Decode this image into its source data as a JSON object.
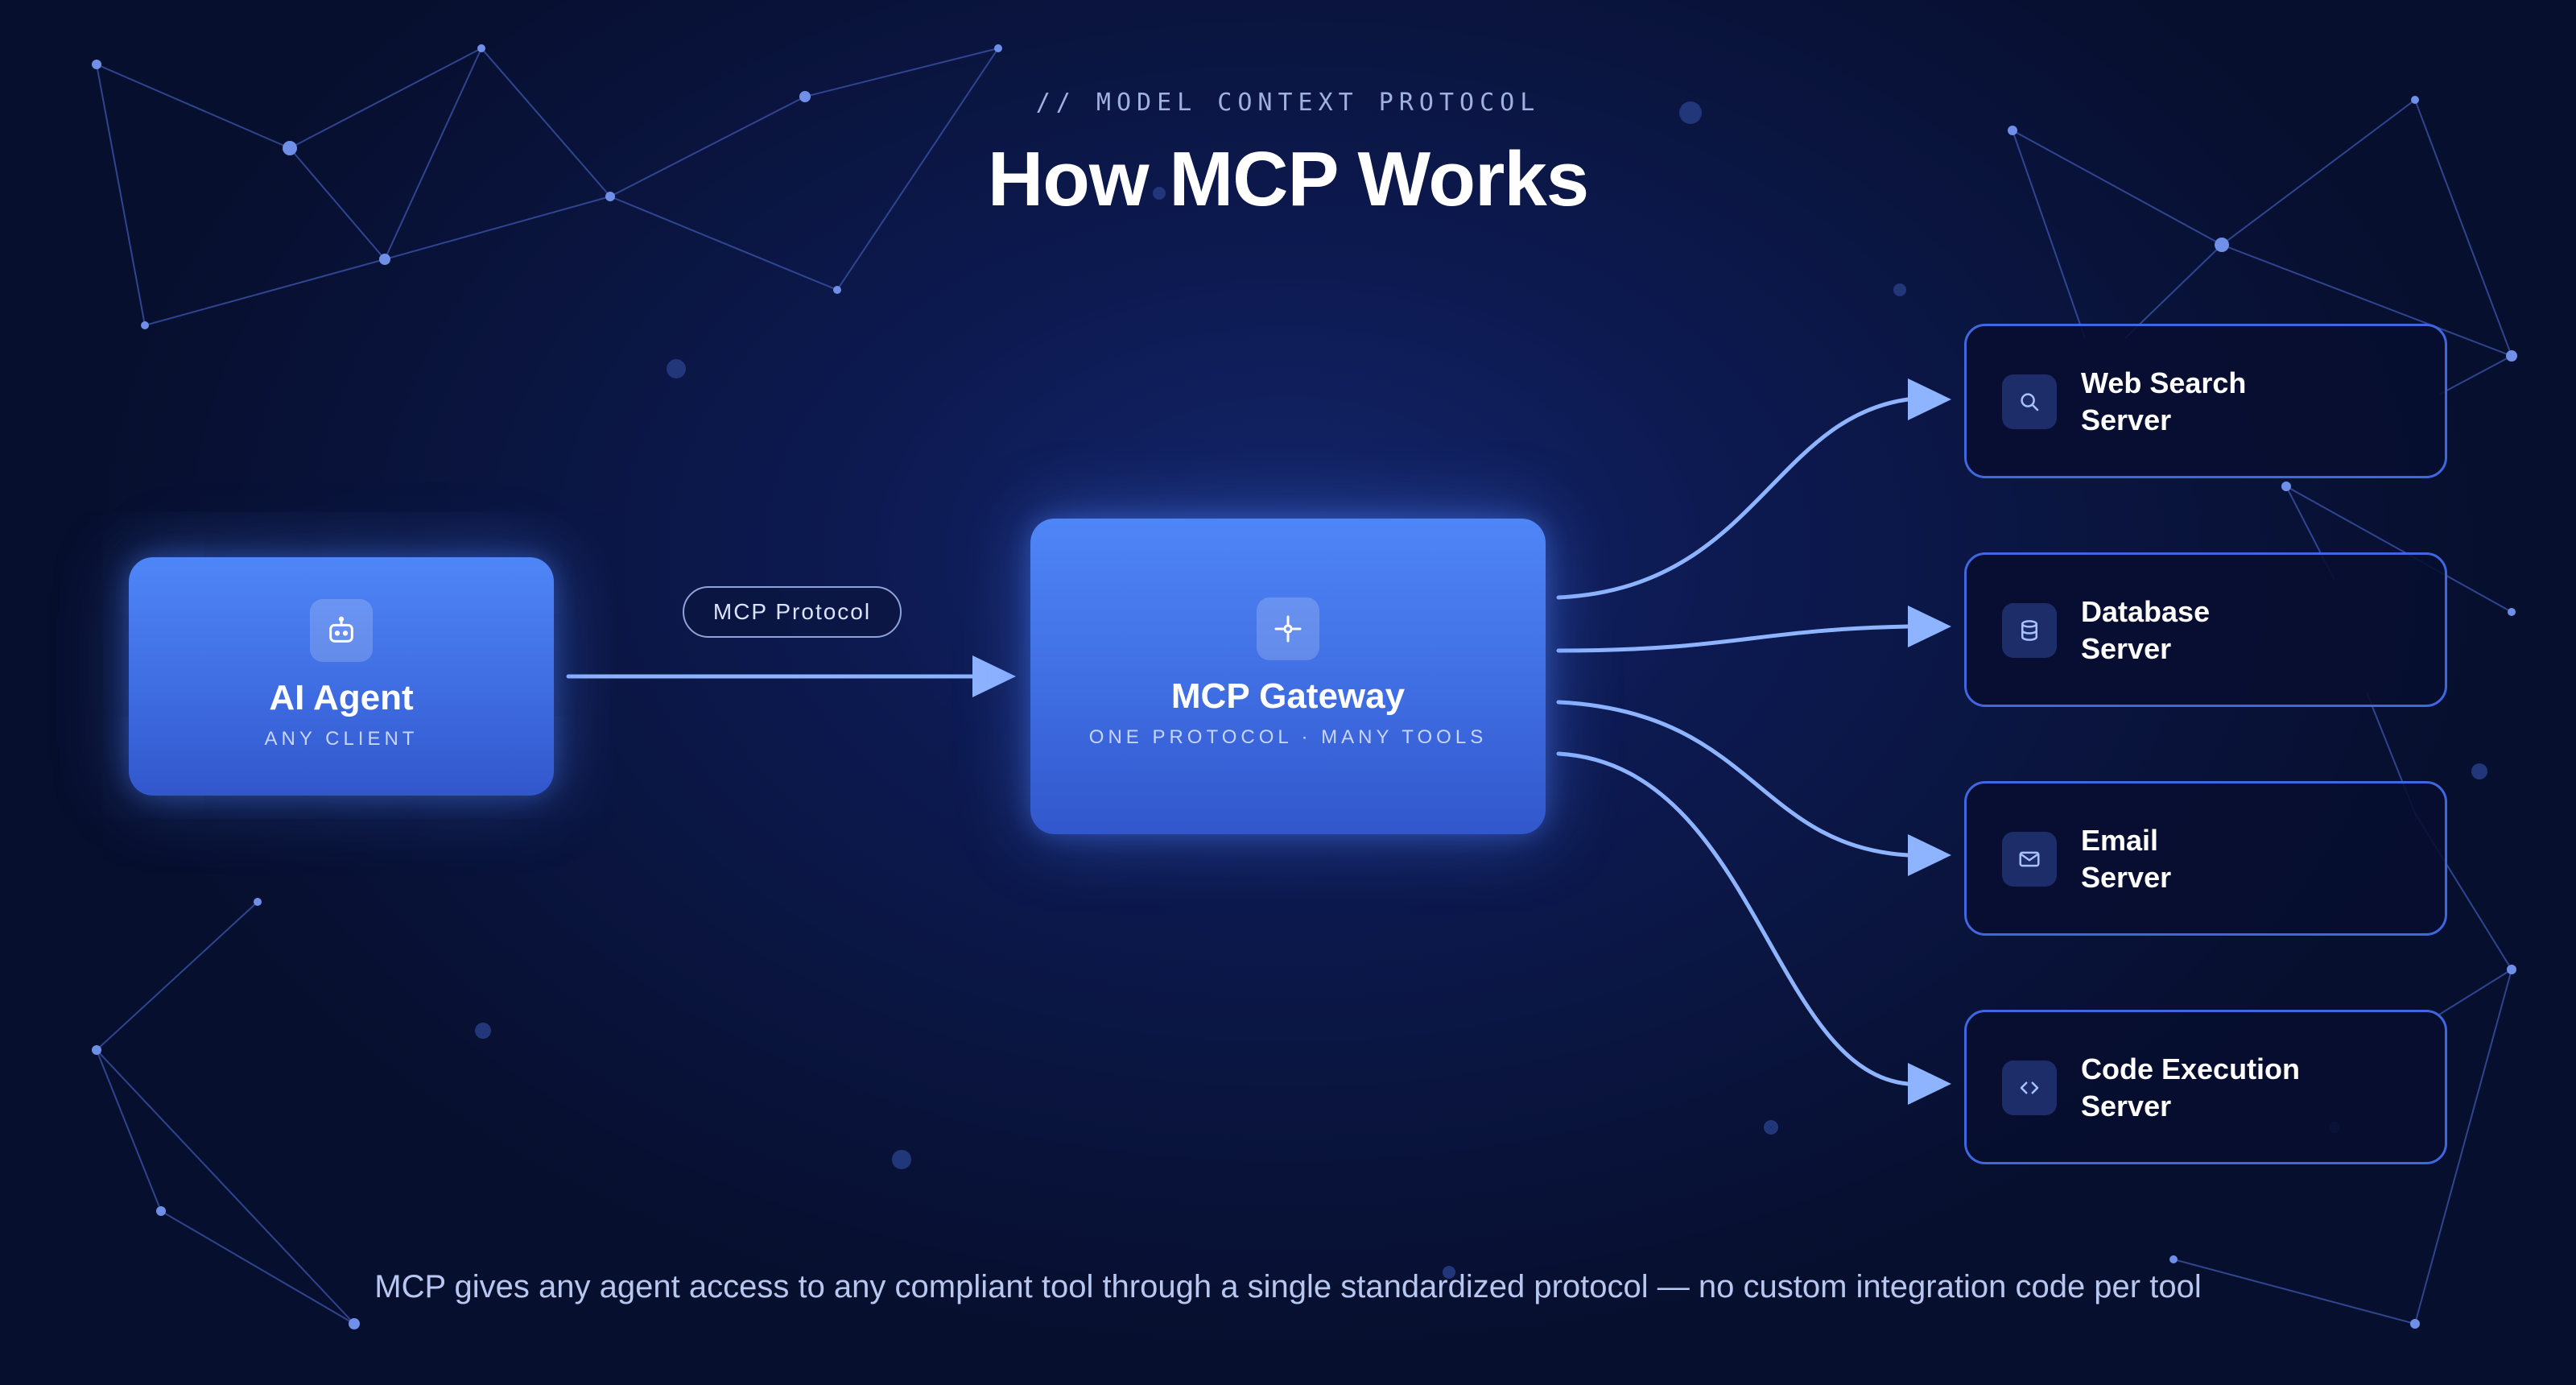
{
  "header": {
    "eyebrow": "// MODEL CONTEXT PROTOCOL",
    "title": "How MCP Works"
  },
  "agent": {
    "icon": "robot-icon",
    "title": "AI Agent",
    "subtitle": "ANY CLIENT"
  },
  "connector": {
    "label": "MCP Protocol"
  },
  "gateway": {
    "icon": "crosshair-icon",
    "title": "MCP Gateway",
    "subtitle": "ONE PROTOCOL · MANY TOOLS"
  },
  "servers": [
    {
      "icon": "search-icon",
      "label": "Web Search\nServer"
    },
    {
      "icon": "database-icon",
      "label": "Database\nServer"
    },
    {
      "icon": "mail-icon",
      "label": "Email\nServer"
    },
    {
      "icon": "code-icon",
      "label": "Code Execution\nServer"
    }
  ],
  "footer": "MCP gives any agent access to any compliant tool through a single standardized protocol — no custom integration code per tool",
  "colors": {
    "background": "#0d1a52",
    "node_fill": "#4a7ef0",
    "server_border": "#3f67e0",
    "arrow": "#8fb4ff",
    "network_line": "#3a52a8",
    "network_dot": "#6f8fe8"
  }
}
